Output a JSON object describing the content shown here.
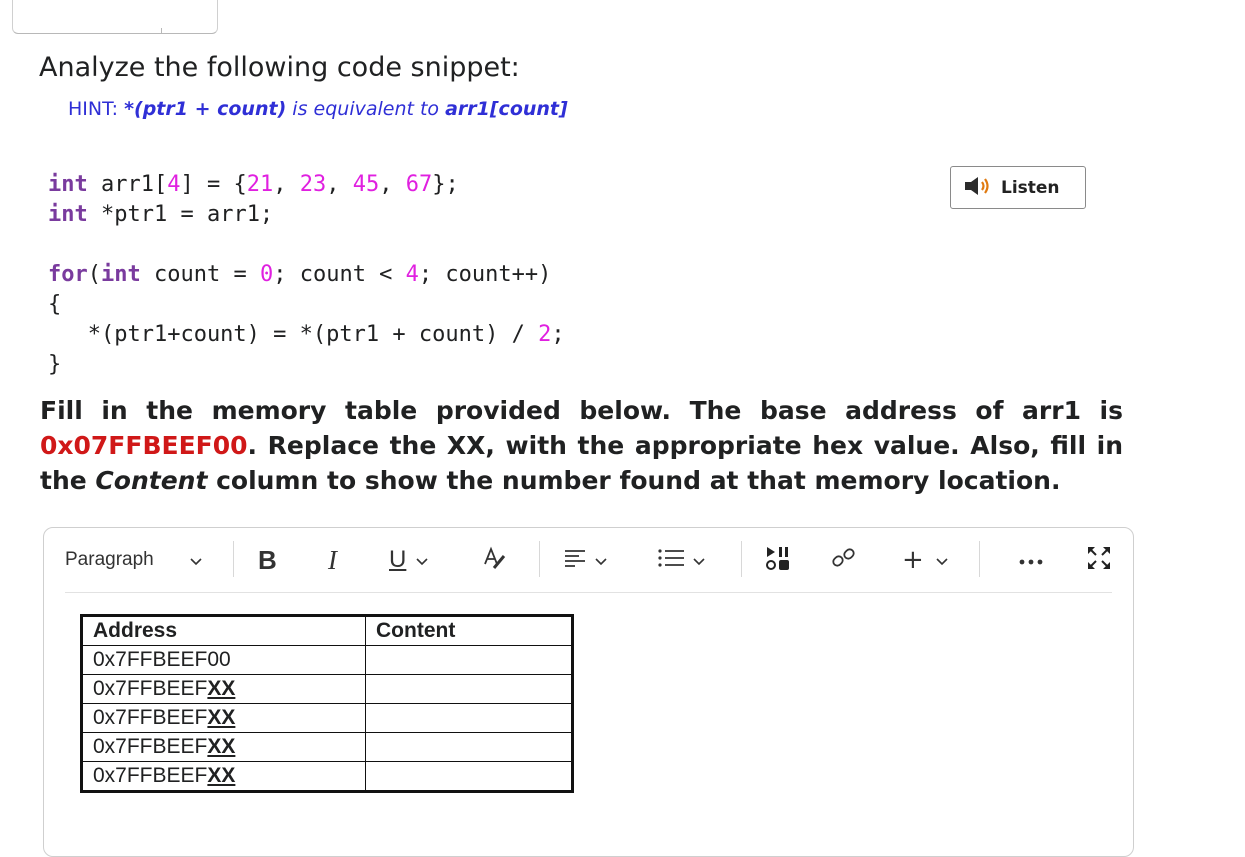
{
  "question": {
    "title": "Analyze the following code snippet:",
    "hint_label": "HINT:",
    "hint_expr1": "*(ptr1 + count)",
    "hint_mid": " is equivalent to ",
    "hint_expr2": "arr1[count]",
    "code_lines": [
      "int arr1[4] = {21, 23, 45, 67};",
      "int *ptr1 = arr1;",
      "",
      "for(int count = 0; count < 4; count++)",
      "{",
      "   *(ptr1+count) = *(ptr1 + count) / 2;",
      "}"
    ],
    "instructions_1": "Fill in the memory table provided below. The base address of arr1 is ",
    "base_address": "0x07FFBEEF00",
    "instructions_2": ". Replace the XX, with the appropriate hex value. Also, fill in the ",
    "content_word": "Content",
    "instructions_3": " column to show the number found at that memory location."
  },
  "listen_button": {
    "label": "Listen",
    "icon": "speaker-icon"
  },
  "editor": {
    "toolbar": {
      "block_format": "Paragraph",
      "bold": "B",
      "italic": "I",
      "underline": "U",
      "more_icon": "ellipsis-icon",
      "fullscreen_icon": "expand-icon"
    },
    "table": {
      "headers": [
        "Address",
        "Content"
      ],
      "rows": [
        {
          "prefix": "0x7FFBEEF00",
          "suffix": "",
          "content": ""
        },
        {
          "prefix": "0x7FFBEEF",
          "suffix": "XX",
          "content": ""
        },
        {
          "prefix": "0x7FFBEEF",
          "suffix": "XX",
          "content": ""
        },
        {
          "prefix": "0x7FFBEEF",
          "suffix": "XX",
          "content": ""
        },
        {
          "prefix": "0x7FFBEEF",
          "suffix": "XX",
          "content": ""
        }
      ]
    }
  },
  "colors": {
    "hint": "#2f2fd6",
    "keyword": "#7a3b9e",
    "number": "#e020e0",
    "base_address": "#d01818"
  }
}
